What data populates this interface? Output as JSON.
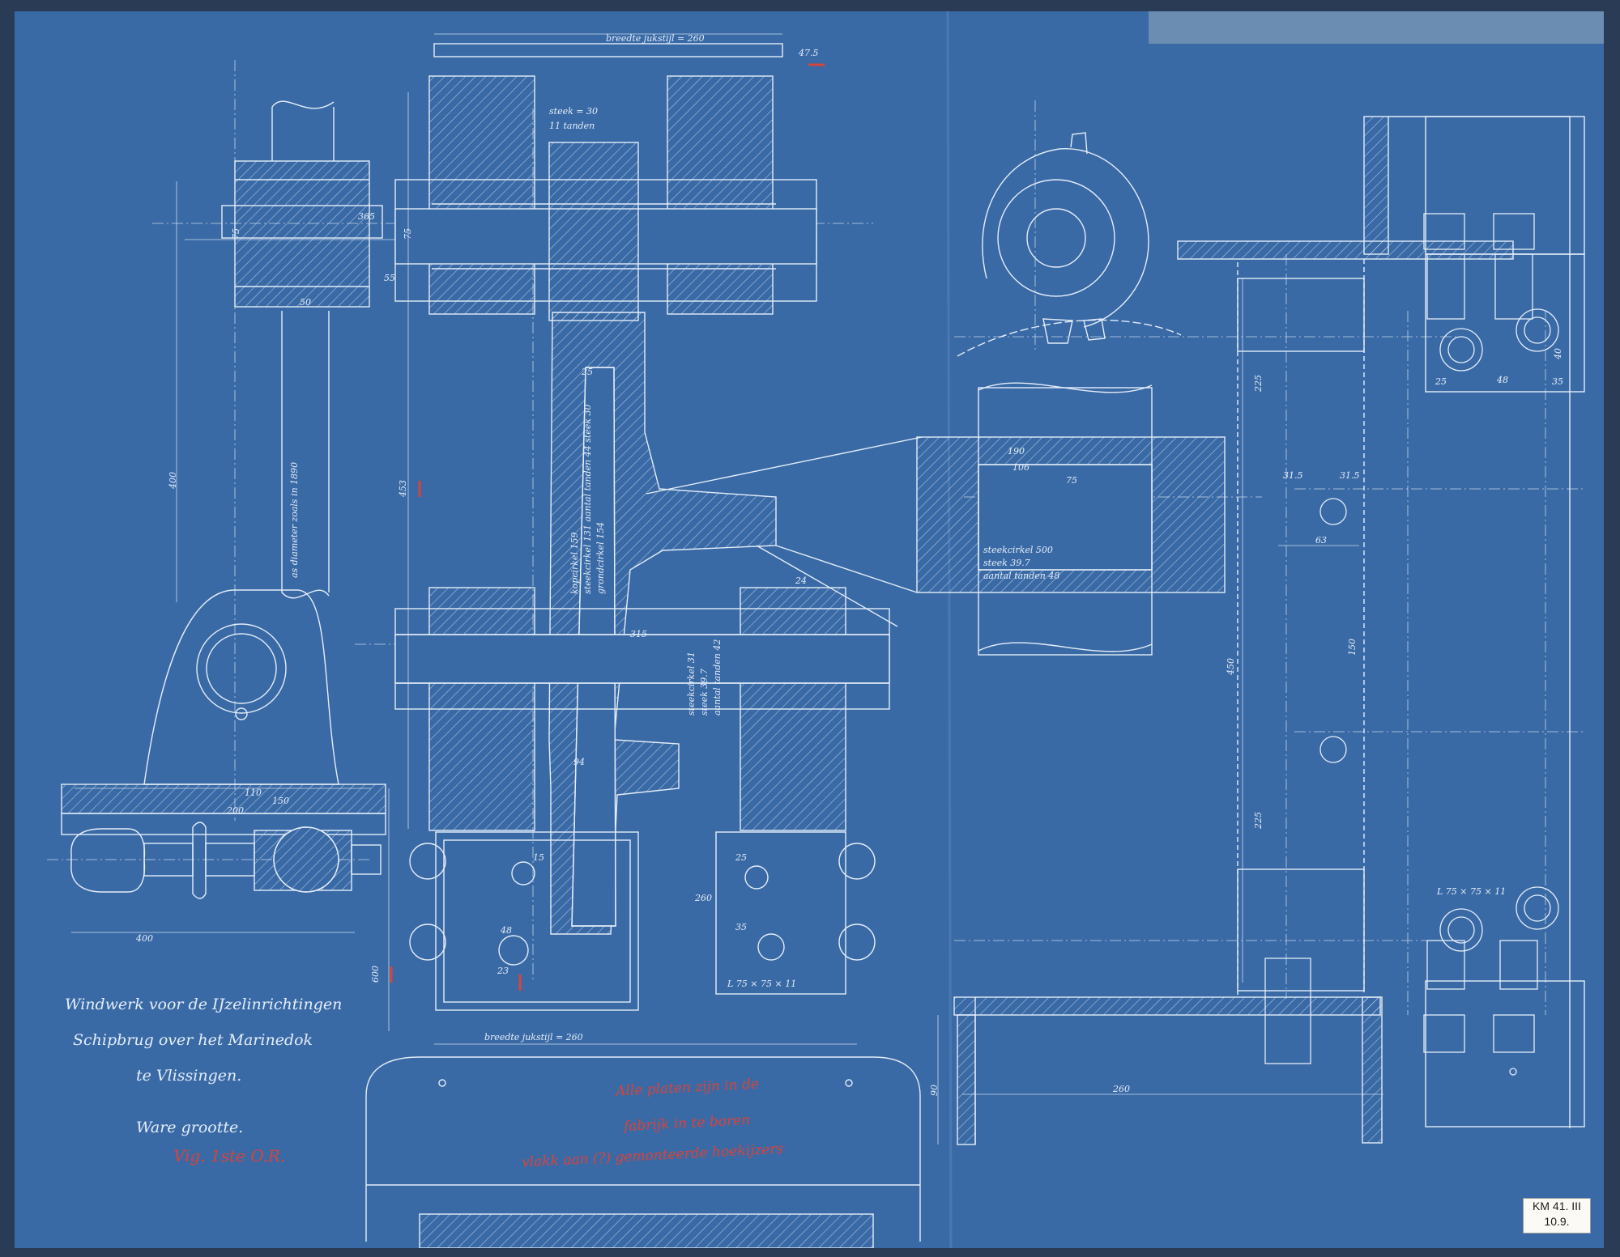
{
  "title": {
    "line1": "Windwerk voor de IJzelinrichtingen",
    "line2": "Schipbrug over het Marinedok",
    "line3": "te Vlissingen.",
    "scale": "Ware grootte.",
    "signature": "Vig. 1ste O.R."
  },
  "note": {
    "line1": "Alle platen zijn in de",
    "line2": "fabrijk in te boren",
    "line3": "vlakk aan (?) gemonteerde hoekijzers"
  },
  "sheet_tag": {
    "line1": "KM 41.  III",
    "line2": "10.9."
  },
  "dimensions": {
    "breedte_top": "breedte jukstijl = 260",
    "breedte_bottom": "breedte jukstijl = 260",
    "d_47": "47.5",
    "steek_top": "steek = 30",
    "tanden_top": "11 tanden",
    "d_365": "365",
    "d_400": "400",
    "d_453": "453",
    "d_600": "600",
    "d_75a": "75",
    "d_75b": "75",
    "d_55": "55",
    "d_50": "50",
    "d_25": "25",
    "d_315": "315",
    "d_260": "260",
    "d_260b": "260",
    "d_200": "200",
    "d_150": "150",
    "d_110": "110",
    "d_225a": "225",
    "d_225b": "225",
    "d_450": "450",
    "d_150b": "150",
    "d_63": "63",
    "d_31a": "31.5",
    "d_31b": "31.5",
    "d_25r": "25",
    "d_48": "48",
    "d_35": "35",
    "d_40": "40",
    "d_90": "90",
    "d_190": "190",
    "d_106": "106",
    "d_75c": "75",
    "d_48b": "48",
    "d_35b": "35",
    "d_25b": "25",
    "d_15": "15",
    "d_23": "23",
    "d_24": "24",
    "d_94": "94",
    "d_400b": "400",
    "angle_right": "L 75 × 75 × 11",
    "angle_mid": "L 75 × 75 × 11",
    "as_note": "as diameter zoals in 1890",
    "gear_note1": "steekcirkel 500",
    "gear_note2": "steek 39.7",
    "gear_note3": "aantal tanden 48",
    "pinion_note1": "steekcirkel 31",
    "pinion_note2": "steek 39.7",
    "pinion_note3": "aantal tanden 42",
    "big_note1": "kopcirkel 159",
    "big_note2": "steekcirkel 131 aantal tanden 44 steek 30",
    "big_note3": "grondcirkel 154"
  },
  "colors": {
    "paper": "#3a6aa6",
    "ink": "#e4edf8",
    "red": "#d8433a"
  }
}
